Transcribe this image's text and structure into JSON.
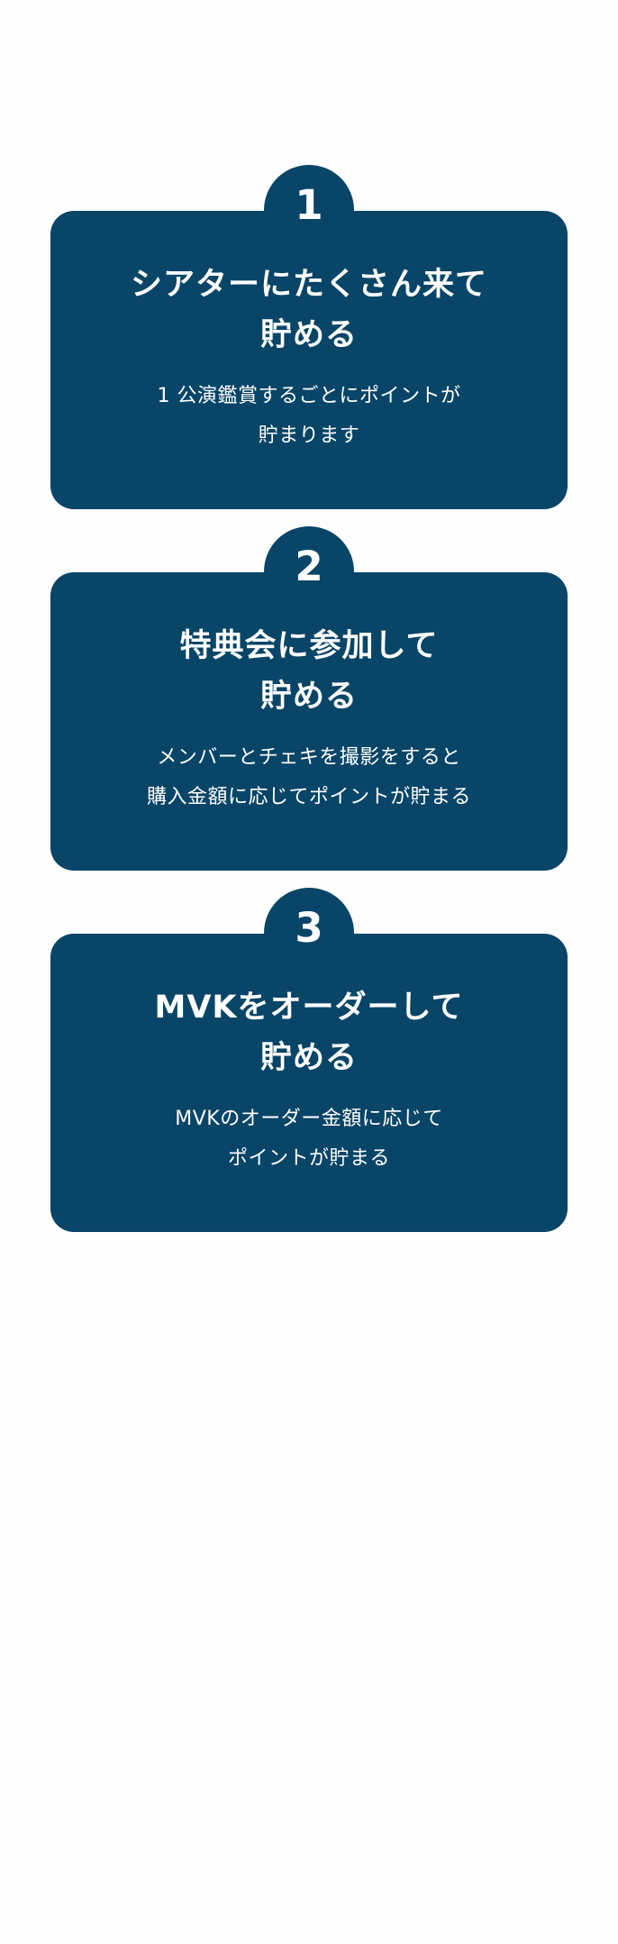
{
  "colors": {
    "card_background": "#094567",
    "card_text": "#ffffff",
    "page_background": "#fefefe"
  },
  "steps": [
    {
      "number": "1",
      "title_line1": "シアターにたくさん来て",
      "title_line2": "貯める",
      "desc_line1": "1 公演鑑賞するごとにポイントが",
      "desc_line2": "貯まります"
    },
    {
      "number": "2",
      "title_line1": "特典会に参加して",
      "title_line2": "貯める",
      "desc_line1": "メンバーとチェキを撮影をすると",
      "desc_line2": "購入金額に応じてポイントが貯まる"
    },
    {
      "number": "3",
      "title_line1": "MVKをオーダーして",
      "title_line2": "貯める",
      "desc_line1": "MVKのオーダー金額に応じて",
      "desc_line2": "ポイントが貯まる"
    }
  ]
}
